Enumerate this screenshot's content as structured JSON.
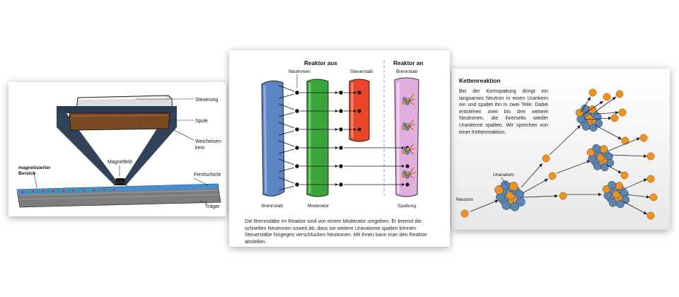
{
  "panel_magnet": {
    "labels": {
      "steuerung": "Steuerung",
      "spule": "Spule",
      "weicheisen_line1": "Weicheisen-",
      "weicheisen_line2": "kern",
      "magnetfeld": "Magnetfeld",
      "magnetisiert_line1": "magnetisierter",
      "magnetisiert_line2": "Bereich",
      "ferritschicht": "Ferritschicht",
      "traeger": "Träger"
    },
    "colors": {
      "coil": "#7a4a24",
      "core": "#30435a",
      "ferrite": "#3f8fd6"
    }
  },
  "panel_reactor": {
    "title_off": "Reaktor aus",
    "title_on": "Reaktor an",
    "labels": {
      "neutronen": "Neutronen",
      "steuerstab": "Steuerstab",
      "brennstab_top": "Brennstab",
      "brennstab_bottom": "Brennstab",
      "moderator": "Moderator",
      "spaltung": "Spaltung"
    },
    "caption": "Die Brennstäbe im Reaktor sind von einem Moderator umgeben. Er bremst die schnellen Neutronen soweit ab, dass sie weitere Uranatome spalten können. Steuerstäbe hingegen verschlucken Neutronen. Mit ihnen kann man den Reaktor abstellen.",
    "colors": {
      "fuel": "#5b86c2",
      "moderator": "#3aa33a",
      "control": "#e8452a",
      "fission": "#e2aee0"
    }
  },
  "panel_chain": {
    "title": "Kettenreaktion",
    "caption": "Bei der Kernspaltung dringt ein langsames Neutron in einen Urankern ein und spaltet ihn in zwei Teile. Dabei entstehen zwei bis drei weitere Neutronen, die ihrerseits wieder Urankerne spalten. Wir sprechen von einer Kettenreaktion.",
    "labels": {
      "uranatom": "Uranatom",
      "neutron": "Neutron"
    },
    "colors": {
      "neutron": "#f0921e",
      "nucleus_blue": "#5a86b4"
    }
  }
}
